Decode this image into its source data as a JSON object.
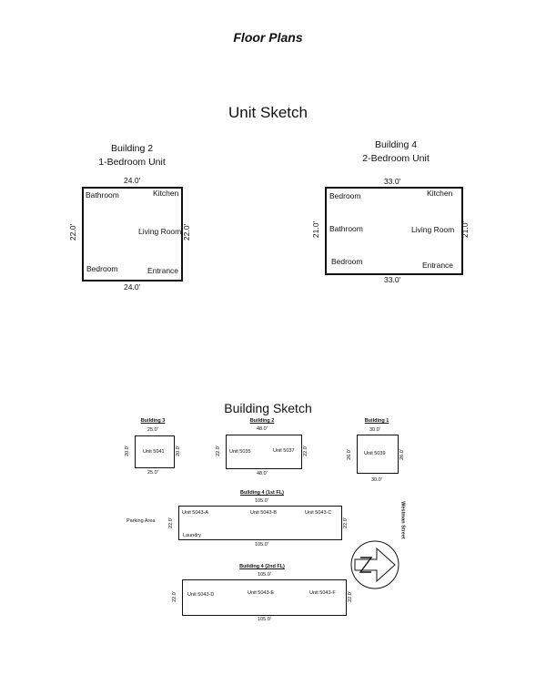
{
  "page_title": "Floor Plans",
  "unit_sketch": {
    "title": "Unit Sketch",
    "building2": {
      "heading_line1": "Building 2",
      "heading_line2": "1-Bedroom Unit",
      "dim_top": "24.0'",
      "dim_bottom": "24.0'",
      "dim_left": "22.0'",
      "dim_right": "22.0'",
      "rooms": {
        "bathroom": "Bathroom",
        "kitchen": "Kitchen",
        "living_room": "Living Room",
        "bedroom": "Bedroom",
        "entrance": "Entrance"
      }
    },
    "building4": {
      "heading_line1": "Building 4",
      "heading_line2": "2-Bedroom Unit",
      "dim_top": "33.0'",
      "dim_bottom": "33.0'",
      "dim_left": "21.0'",
      "dim_right": "21.0'",
      "rooms": {
        "bedroom1": "Bedroom",
        "kitchen": "Kitchen",
        "bathroom": "Bathroom",
        "living_room": "Living Room",
        "bedroom2": "Bedroom",
        "entrance": "Entrance"
      }
    }
  },
  "building_sketch": {
    "title": "Building Sketch",
    "b3": {
      "heading": "Building 3",
      "top": "25.0'",
      "bottom": "25.0'",
      "left": "20.0'",
      "right": "20.0'",
      "unit": "Unit 5041"
    },
    "b2": {
      "heading": "Building 2",
      "top": "48.0'",
      "bottom": "48.0'",
      "left": "22.0'",
      "right": "22.0'",
      "unit_a": "Unit 5035",
      "unit_b": "Unit 5037"
    },
    "b1": {
      "heading": "Building 1",
      "top": "30.0'",
      "bottom": "30.0'",
      "left": "26.0'",
      "right": "26.0'",
      "unit": "Unit 5039"
    },
    "b4_1st": {
      "heading": "Building 4 (1st FL)",
      "top": "105.0'",
      "bottom": "105.0'",
      "left": "22.0'",
      "right": "22.0'",
      "unit_a": "Unit 5043-A",
      "unit_b": "Unit 5043-B",
      "unit_c": "Unit 5043-C",
      "laundry": "Laundry"
    },
    "parking": "Parking Area",
    "street": "Westman Street",
    "b4_2nd": {
      "heading": "Building 4 (2nd FL)",
      "top": "105.0'",
      "bottom": "105.0'",
      "left": "22.0'",
      "right": "22.0'",
      "unit_d": "Unit 5043-D",
      "unit_e": "Unit 5043-E",
      "unit_f": "Unit 5043-F"
    },
    "compass_icon": "north-arrow-icon"
  }
}
